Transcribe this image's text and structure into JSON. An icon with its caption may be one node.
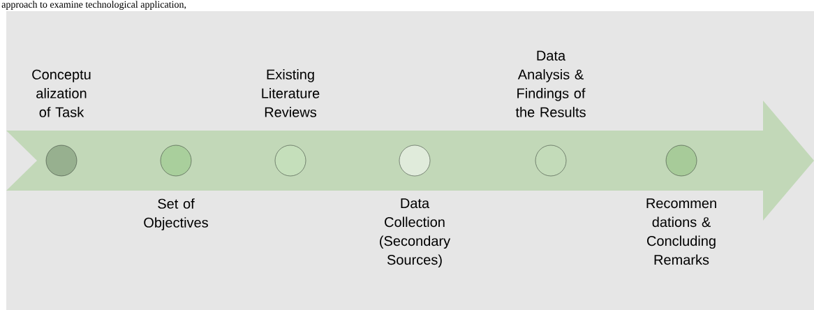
{
  "diagram": {
    "nodes": [
      {
        "text": [],
        "shape": "circle",
        "beside": [
          "Conceptu alization of Task"
        ]
      },
      {
        "text": [],
        "shape": "circle",
        "beside": [
          "Set of Objectives"
        ]
      },
      {
        "text": [],
        "shape": "circle",
        "beside": [
          "Existing Literature Reviews"
        ]
      },
      {
        "text": [],
        "shape": "circle",
        "beside": [
          "Data Collection (Secondary Sources)"
        ]
      },
      {
        "text": [],
        "shape": "circle",
        "beside": [
          "Data Analysis & Findings of the Results"
        ]
      },
      {
        "text": [],
        "shape": "circle",
        "beside": [
          "Recommen dations & Concluding Remarks"
        ]
      }
    ],
    "labels": [
      "approach to examine technological application,"
    ]
  }
}
